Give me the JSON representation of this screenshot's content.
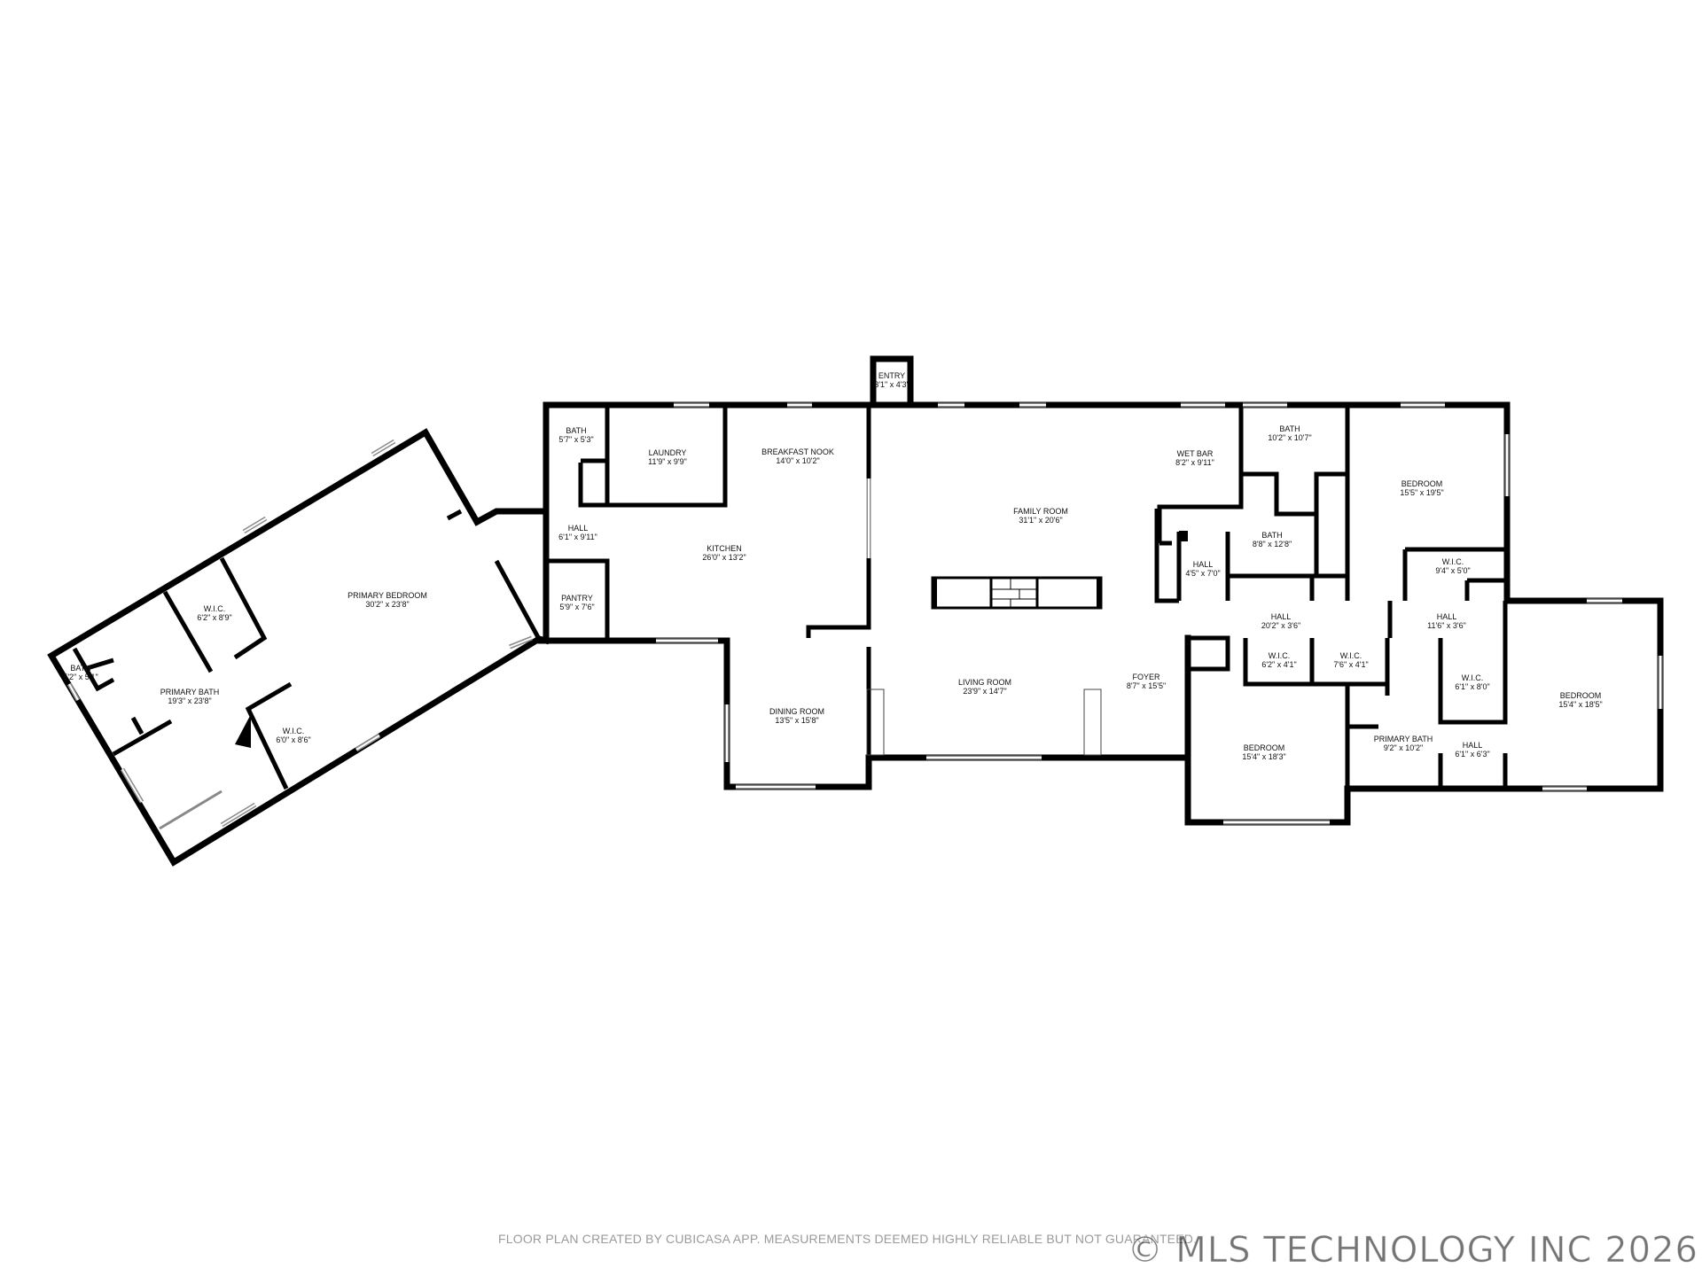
{
  "rooms": [
    {
      "id": "entry",
      "name": "ENTRY",
      "dims": "3'1\" x 4'3\""
    },
    {
      "id": "bath-1",
      "name": "BATH",
      "dims": "5'7\" x 5'3\""
    },
    {
      "id": "laundry",
      "name": "LAUNDRY",
      "dims": "11'9\" x 9'9\""
    },
    {
      "id": "breakfast-nook",
      "name": "BREAKFAST NOOK",
      "dims": "14'0\" x 10'2\""
    },
    {
      "id": "hall-1",
      "name": "HALL",
      "dims": "6'1\" x 9'11\""
    },
    {
      "id": "kitchen",
      "name": "KITCHEN",
      "dims": "26'0\" x 13'2\""
    },
    {
      "id": "pantry",
      "name": "PANTRY",
      "dims": "5'9\" x 7'6\""
    },
    {
      "id": "family-room",
      "name": "FAMILY ROOM",
      "dims": "31'1\" x 20'6\""
    },
    {
      "id": "wet-bar",
      "name": "WET BAR",
      "dims": "8'2\" x 9'11\""
    },
    {
      "id": "bath-2",
      "name": "BATH",
      "dims": "10'2\" x 10'7\""
    },
    {
      "id": "bedroom-1",
      "name": "BEDROOM",
      "dims": "15'5\" x 19'5\""
    },
    {
      "id": "bath-3",
      "name": "BATH",
      "dims": "8'8\" x 12'8\""
    },
    {
      "id": "hall-2",
      "name": "HALL",
      "dims": "4'5\" x 7'0\""
    },
    {
      "id": "wic-1",
      "name": "W.I.C.",
      "dims": "9'4\" x 5'0\""
    },
    {
      "id": "hall-3",
      "name": "HALL",
      "dims": "20'2\" x 3'6\""
    },
    {
      "id": "hall-4",
      "name": "HALL",
      "dims": "11'6\" x 3'6\""
    },
    {
      "id": "primary-bedroom",
      "name": "PRIMARY BEDROOM",
      "dims": "30'2\" x 23'8\""
    },
    {
      "id": "wic-2",
      "name": "W.I.C.",
      "dims": "6'2\" x 8'9\""
    },
    {
      "id": "bath-4",
      "name": "BATH",
      "dims": "5'2\" x 5'1\""
    },
    {
      "id": "primary-bath-1",
      "name": "PRIMARY BATH",
      "dims": "19'3\" x 23'8\""
    },
    {
      "id": "wic-3",
      "name": "W.I.C.",
      "dims": "6'0\" x 8'6\""
    },
    {
      "id": "dining-room",
      "name": "DINING ROOM",
      "dims": "13'5\" x 15'8\""
    },
    {
      "id": "living-room",
      "name": "LIVING ROOM",
      "dims": "23'9\" x 14'7\""
    },
    {
      "id": "foyer",
      "name": "FOYER",
      "dims": "8'7\" x 15'5\""
    },
    {
      "id": "wic-4",
      "name": "W.I.C.",
      "dims": "6'2\" x 4'1\""
    },
    {
      "id": "wic-5",
      "name": "W.I.C.",
      "dims": "7'6\" x 4'1\""
    },
    {
      "id": "wic-6",
      "name": "W.I.C.",
      "dims": "6'1\" x 8'0\""
    },
    {
      "id": "bedroom-2",
      "name": "BEDROOM",
      "dims": "15'4\" x 18'5\""
    },
    {
      "id": "bedroom-3",
      "name": "BEDROOM",
      "dims": "15'4\" x 18'3\""
    },
    {
      "id": "primary-bath-2",
      "name": "PRIMARY BATH",
      "dims": "9'2\" x 10'2\""
    },
    {
      "id": "hall-5",
      "name": "HALL",
      "dims": "6'1\" x 6'3\""
    }
  ],
  "footer_note": "FLOOR PLAN CREATED BY CUBICASA APP. MEASUREMENTS DEEMED HIGHLY RELIABLE BUT NOT GUARANTEED.",
  "watermark": "© MLS TECHNOLOGY INC 2026"
}
